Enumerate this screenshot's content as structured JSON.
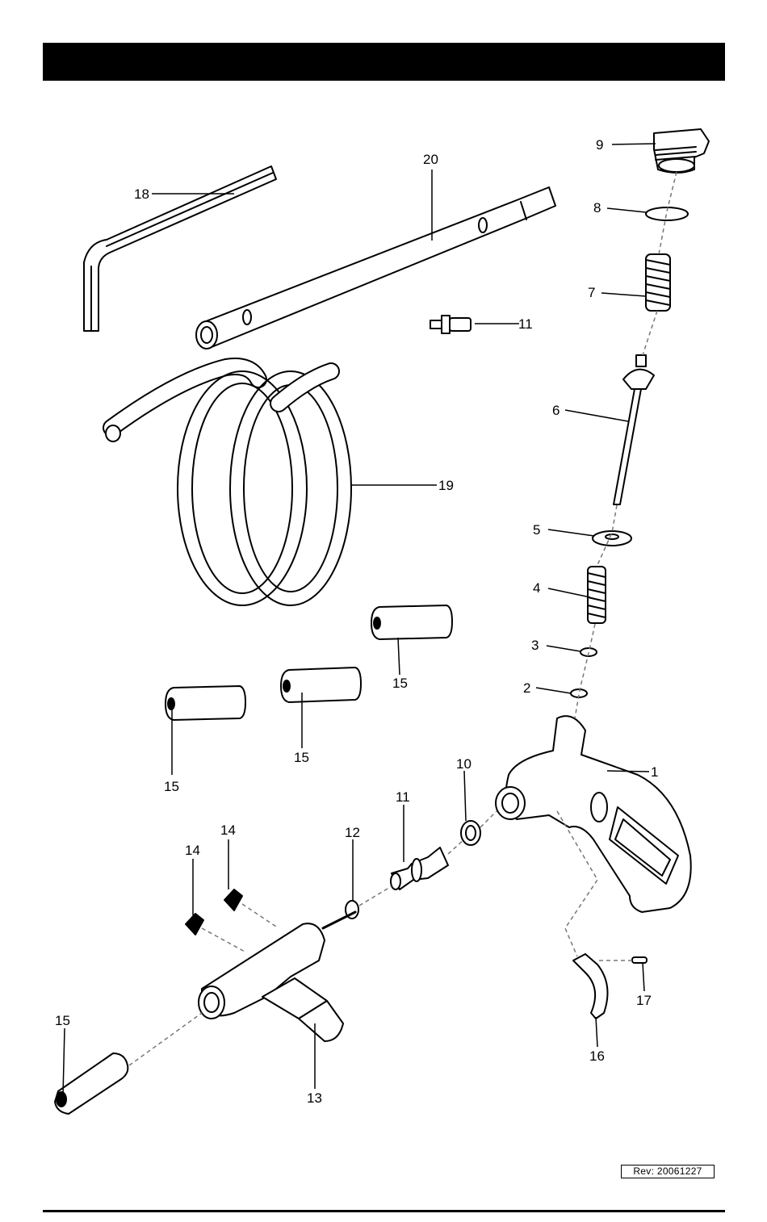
{
  "header": {
    "title": ""
  },
  "revision": "Rev:  20061227",
  "callouts": {
    "c1": "1",
    "c2": "2",
    "c3": "3",
    "c4": "4",
    "c5": "5",
    "c6": "6",
    "c7": "7",
    "c8": "8",
    "c9": "9",
    "c10": "10",
    "c11a": "11",
    "c11b": "11",
    "c12": "12",
    "c13": "13",
    "c14a": "14",
    "c14b": "14",
    "c15a": "15",
    "c15b": "15",
    "c15c": "15",
    "c15d": "15",
    "c16": "16",
    "c17": "17",
    "c18": "18",
    "c19": "19",
    "c20": "20"
  }
}
